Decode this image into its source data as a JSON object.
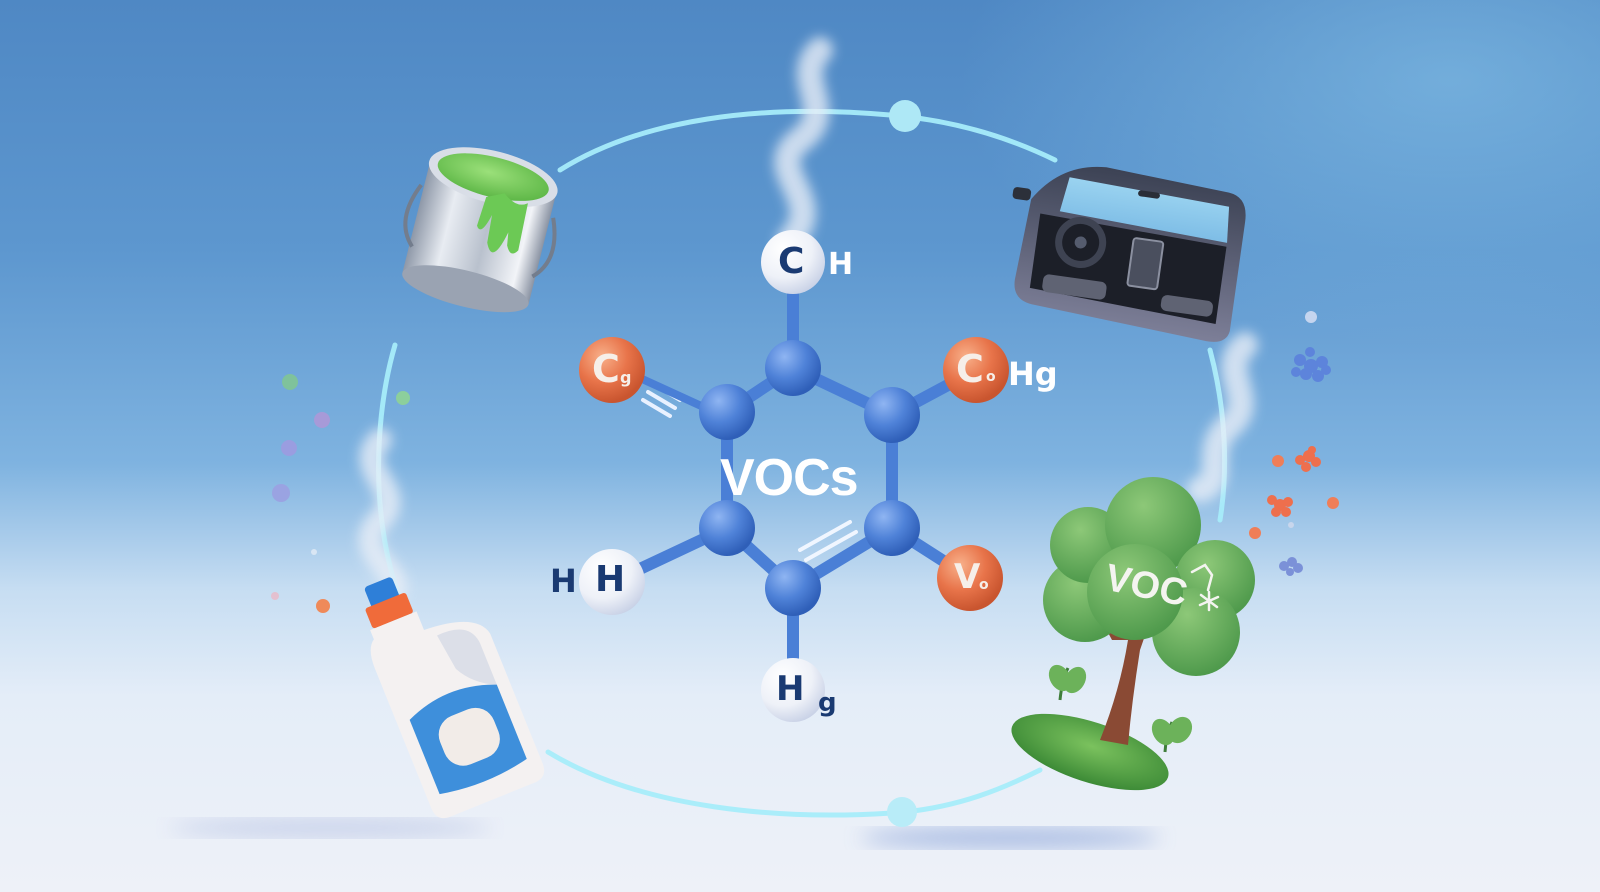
{
  "scene": {
    "title": "VOCs",
    "description": "Illustration of volatile organic compounds (VOCs) molecule surrounded by common sources",
    "colors": {
      "background_top": "#4f88c4",
      "background_bottom": "#eef1f8",
      "ring": "#a8eaf8",
      "bond": "#4a7fd6",
      "carbon_atom": "#4f82d8",
      "orange_atom": "#e8744a",
      "white_atom": "#f1f3f8",
      "label_dark": "#1a3a72",
      "label_light": "#ffffff"
    }
  },
  "molecule": {
    "center_label": "VOCs",
    "atoms": [
      {
        "id": "top",
        "element_label": "C",
        "suffix_label": "H",
        "style": "white"
      },
      {
        "id": "upper-left",
        "element_label": "C",
        "subscript": "g",
        "style": "orange"
      },
      {
        "id": "upper-right",
        "element_label": "C",
        "subscript": "o",
        "suffix_label": "Hg",
        "style": "orange"
      },
      {
        "id": "lower-left",
        "element_label": "H",
        "prefix_label": "H",
        "style": "white"
      },
      {
        "id": "lower-right",
        "element_label": "V",
        "subscript": "o",
        "style": "orange"
      },
      {
        "id": "bottom",
        "element_label": "H",
        "suffix_label": "g",
        "style": "white"
      }
    ]
  },
  "sources": [
    {
      "name": "paint-can",
      "description": "Open paint can with green paint dripping"
    },
    {
      "name": "car-interior",
      "description": "Car interior dashboard and seats"
    },
    {
      "name": "cleaning-bottle",
      "description": "Cleaning product bottle releasing vapor"
    },
    {
      "name": "tree",
      "label": "VOC",
      "description": "Tree emitting biogenic VOCs on a grass patch"
    }
  ],
  "ring_nodes": [
    {
      "id": "top-node"
    },
    {
      "id": "bottom-node"
    }
  ]
}
